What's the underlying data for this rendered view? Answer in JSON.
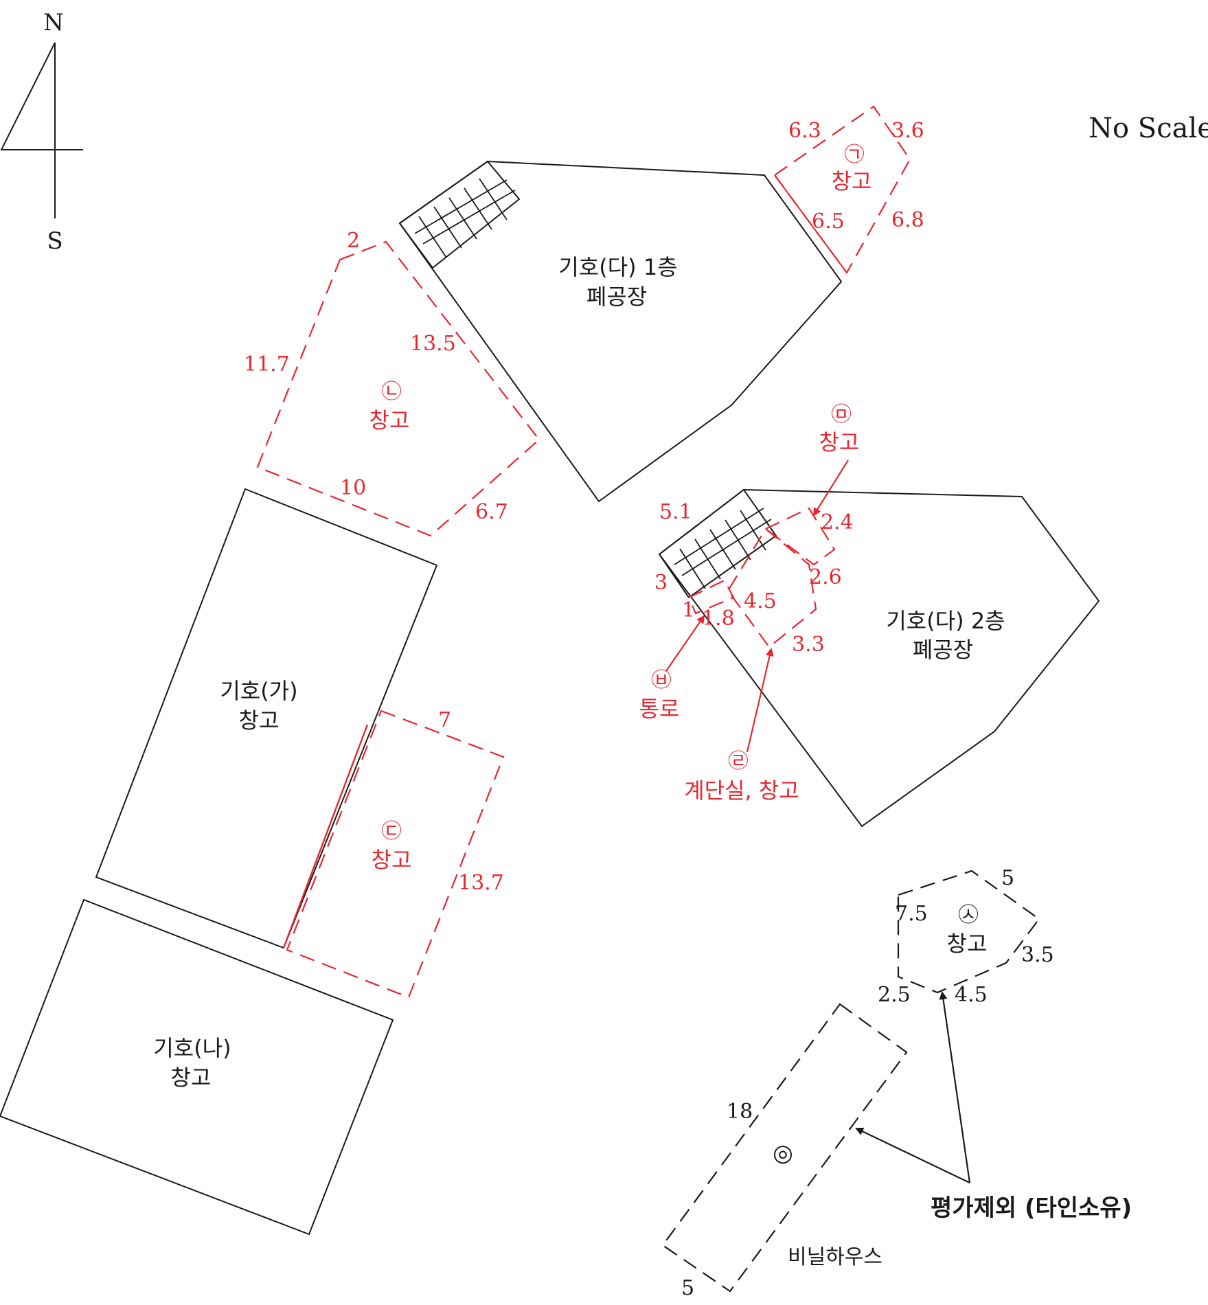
{
  "compass": {
    "north": "N",
    "south": "S"
  },
  "scale_note": "No Scale",
  "buildings": {
    "da1": {
      "line1": "기호(다) 1층",
      "line2": "폐공장"
    },
    "da2": {
      "line1": "기호(다) 2층",
      "line2": "폐공장"
    },
    "ga": {
      "line1": "기호(가)",
      "line2": "창고"
    },
    "na": {
      "line1": "기호(나)",
      "line2": "창고"
    }
  },
  "areas": {
    "giyeok": {
      "symbol": "㉠",
      "label": "창고",
      "dims": [
        "6.3",
        "3.6",
        "6.5",
        "6.8"
      ]
    },
    "nieun": {
      "symbol": "㉡",
      "label": "창고",
      "dims": [
        "2",
        "11.7",
        "13.5",
        "10",
        "6.7"
      ]
    },
    "digeut": {
      "symbol": "㉢",
      "label": "창고",
      "dims": [
        "7",
        "13.7"
      ]
    },
    "rieul": {
      "symbol": "㉣",
      "label": "계단실, 창고"
    },
    "mieum": {
      "symbol": "㉤",
      "label": "창고"
    },
    "bieup": {
      "symbol": "㉥",
      "label": "통로"
    },
    "upper_dims": [
      "5.1",
      "2.4",
      "2.6",
      "3",
      "4.5",
      "1",
      "1.8",
      "3.3"
    ],
    "siot": {
      "symbol": "㉦",
      "label": "창고",
      "dims": [
        "5",
        "7.5",
        "3.5",
        "2.5",
        "4.5"
      ]
    },
    "ieung": {
      "symbol": "◎",
      "label": "비닐하우스",
      "dims": [
        "18",
        "5"
      ]
    }
  },
  "excluded_note": "평가제외 (타인소유)",
  "colors": {
    "line": "#1a1a1a",
    "accent": "#e8262e",
    "background": "#ffffff"
  }
}
